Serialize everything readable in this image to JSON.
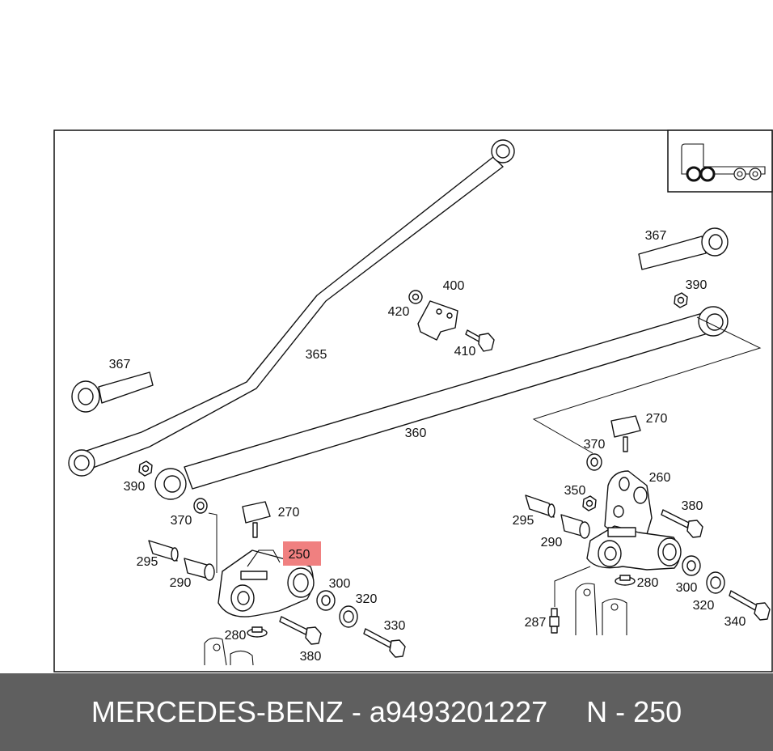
{
  "diagram": {
    "labels": {
      "p365": "365",
      "p360": "360",
      "p367_left": "367",
      "p367_right": "367",
      "p390_left": "390",
      "p390_right": "390",
      "p400": "400",
      "p410": "410",
      "p420": "420",
      "p370_left": "370",
      "p370_right": "370",
      "p270_left": "270",
      "p270_right": "270",
      "p250": "250",
      "p260": "260",
      "p295_left": "295",
      "p295_right": "295",
      "p290_left": "290",
      "p290_right": "290",
      "p300_left": "300",
      "p300_right": "300",
      "p320_left": "320",
      "p320_right": "320",
      "p330": "330",
      "p340": "340",
      "p350": "350",
      "p380_left": "380",
      "p380_right": "380",
      "p280_left": "280",
      "p280_right": "280",
      "p287": "287"
    },
    "highlight_color": "#f08080"
  },
  "footer": {
    "brand": "MERCEDES-BENZ",
    "separator": " - ",
    "part_number": "a9493201227",
    "position_label": "N - 250"
  }
}
